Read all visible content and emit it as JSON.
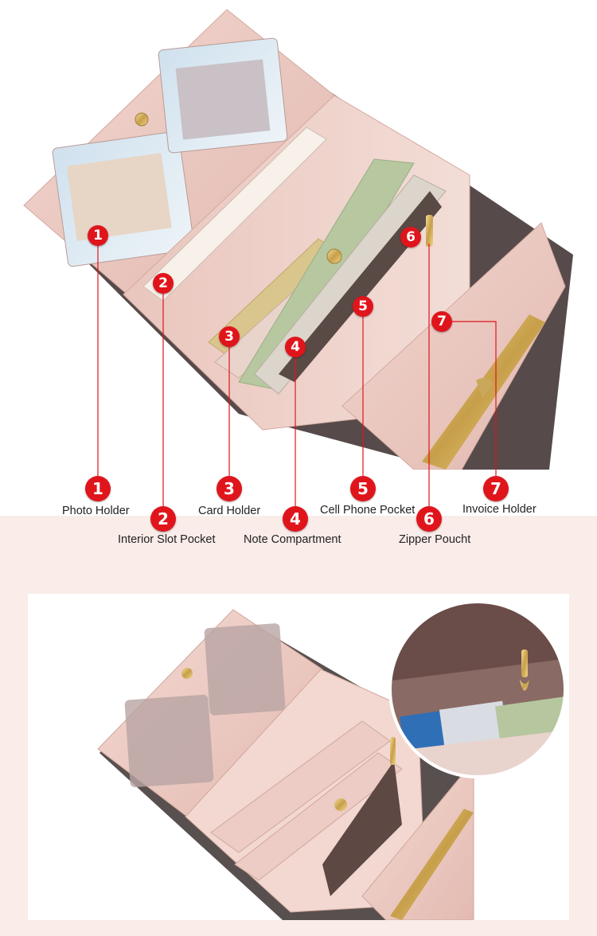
{
  "colors": {
    "badge": "#e0151c",
    "leather": "#eac8c0",
    "band": "#f9ece9",
    "gold": "#d8b560"
  },
  "callouts": [
    {
      "number": "1",
      "label": "Photo Holder"
    },
    {
      "number": "2",
      "label": "Interior Slot Pocket"
    },
    {
      "number": "3",
      "label": "Card Holder"
    },
    {
      "number": "4",
      "label": "Note Compartment"
    },
    {
      "number": "5",
      "label": "Cell Phone Pocket"
    },
    {
      "number": "6",
      "label": "Zipper Poucht"
    },
    {
      "number": "7",
      "label": "Invoice Holder"
    }
  ]
}
